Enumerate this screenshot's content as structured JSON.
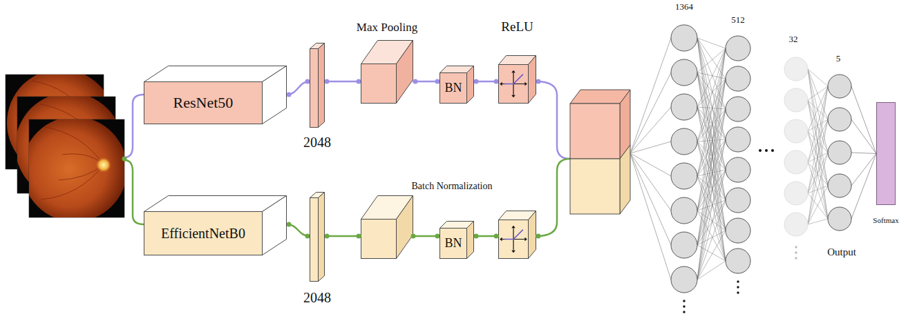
{
  "diagram": {
    "nodes": [
      {
        "text": [
          "ResNet50"
        ]
      },
      {
        "text": [
          "2048"
        ]
      },
      {
        "text": [
          "Max Pooling"
        ]
      },
      {
        "text": [
          "BN"
        ]
      },
      {
        "text": [
          "ReLU"
        ]
      },
      {
        "text": [
          "EfficientNetB0"
        ]
      },
      {
        "text": [
          "2048"
        ]
      },
      {
        "text": [
          "BN"
        ]
      },
      {
        "text": [
          "Softmax"
        ]
      }
    ],
    "edges": [
      {
        "from": 0,
        "to": 1,
        "arrow": "none"
      },
      {
        "from": 1,
        "to": 2,
        "arrow": "none"
      },
      {
        "from": 2,
        "to": 3,
        "arrow": "none"
      },
      {
        "from": 3,
        "to": 4,
        "arrow": "none"
      },
      {
        "from": 5,
        "to": 6,
        "arrow": "none"
      }
    ],
    "labels": [
      "Batch Normalization",
      "1364",
      "512",
      "32",
      "5",
      "Output"
    ]
  }
}
